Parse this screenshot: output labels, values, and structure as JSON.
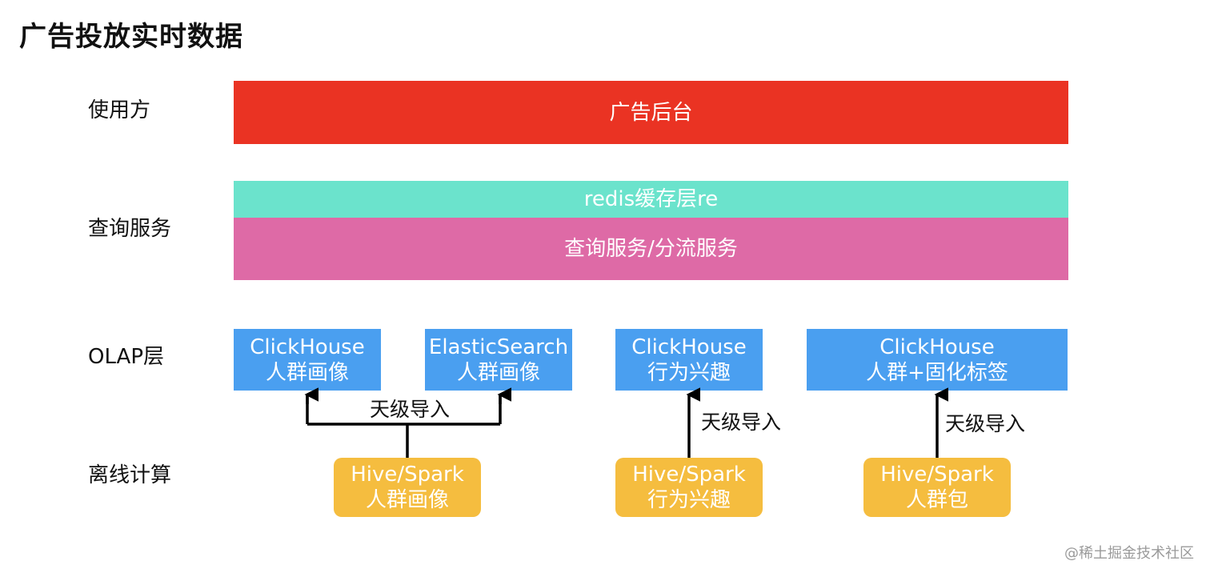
{
  "title": "广告投放实时数据",
  "rows": {
    "users": "使用方",
    "query": "查询服务",
    "olap": "OLAP层",
    "offline": "离线计算"
  },
  "boxes": {
    "ad_backend": "广告后台",
    "redis": "redis缓存层re",
    "query_service": "查询服务/分流服务",
    "olap_1": {
      "line1": "ClickHouse",
      "line2": "人群画像"
    },
    "olap_2": {
      "line1": "ElasticSearch",
      "line2": "人群画像"
    },
    "olap_3": {
      "line1": "ClickHouse",
      "line2": "行为兴趣"
    },
    "olap_4": {
      "line1": "ClickHouse",
      "line2": "人群+固化标签"
    },
    "offline_1": {
      "line1": "Hive/Spark",
      "line2": "人群画像"
    },
    "offline_2": {
      "line1": "Hive/Spark",
      "line2": "行为兴趣"
    },
    "offline_3": {
      "line1": "Hive/Spark",
      "line2": "人群包"
    }
  },
  "arrows": {
    "a1": "天级导入",
    "a2": "天级导入",
    "a3": "天级导入"
  },
  "watermark": "@稀土掘金技术社区",
  "colors": {
    "red": "#EA3323",
    "teal": "#6BE3CC",
    "pink": "#DE6AA6",
    "blue": "#4A9FF0",
    "yellow": "#F5BD3F"
  }
}
